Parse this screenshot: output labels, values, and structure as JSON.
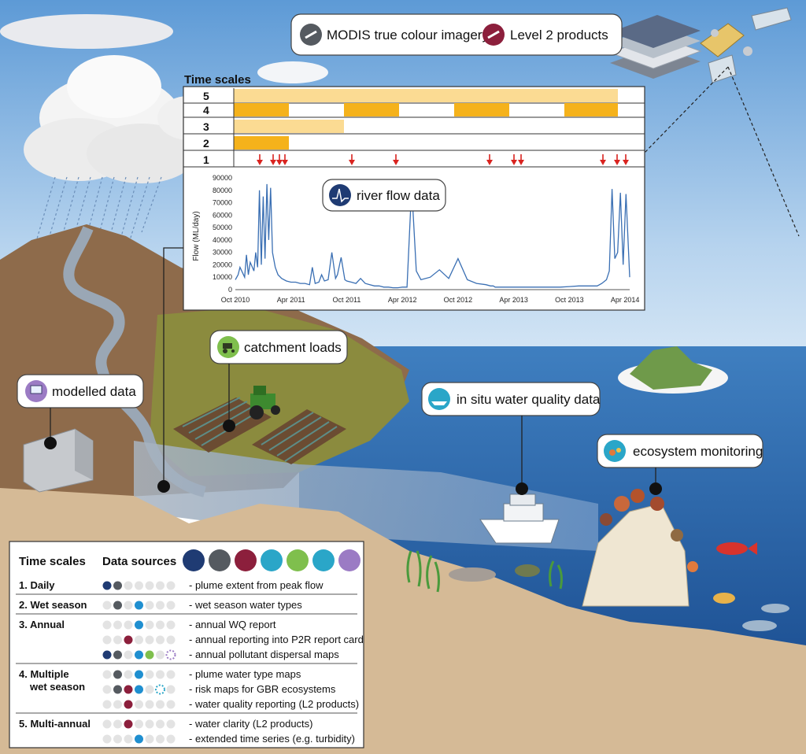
{
  "top_labels": {
    "modis": "MODIS true colour imagery",
    "level2": "Level 2 products"
  },
  "timescales_panel": {
    "title": "Time scales",
    "row_labels": [
      "5",
      "4",
      "3",
      "2",
      "1"
    ]
  },
  "callouts": {
    "river_flow": "river flow data",
    "catchment": "catchment loads",
    "modelled": "modelled data",
    "insitu": "in situ water quality data",
    "ecosystem": "ecosystem monitoring"
  },
  "chart_data": {
    "type": "line",
    "ylabel": "Flow (ML/day)",
    "ylim": [
      0,
      90000
    ],
    "yticks": [
      "90000",
      "80000",
      "70000",
      "60000",
      "50000",
      "40000",
      "30000",
      "20000",
      "10000",
      "0"
    ],
    "xticks": [
      "Oct 2010",
      "Apr 2011",
      "Oct 2011",
      "Apr 2012",
      "Oct 2012",
      "Apr 2013",
      "Oct 2013",
      "Apr 2014"
    ],
    "series": [
      {
        "x_months": [
          0,
          0.3,
          0.5,
          1.0,
          1.2,
          1.4,
          1.6,
          2.0,
          2.2,
          2.4,
          2.6,
          2.8,
          3.0,
          3.2,
          3.4,
          3.6,
          3.8,
          4.0,
          4.3,
          4.6,
          5.0,
          5.5,
          6.0,
          6.5,
          7.0,
          7.5,
          8.0,
          8.3,
          8.6,
          9.0,
          9.3,
          9.6,
          10.0,
          10.4,
          10.8,
          11.0,
          11.4,
          11.8,
          12.0,
          12.5,
          13.0,
          13.5,
          14.0,
          14.5,
          15.0,
          15.5,
          16.0,
          16.5,
          17.0,
          17.5,
          18.0,
          18.5,
          19.0,
          19.5,
          20.0,
          21.0,
          22.0,
          23.0,
          24.0,
          25.0,
          26.0,
          27.0,
          27.5,
          27.8,
          28.0,
          28.4,
          28.8,
          29.0,
          29.4,
          29.8,
          30.0,
          30.5,
          31.0,
          32.0,
          33.0,
          34.0,
          35.0,
          36.0,
          37.0,
          38.0,
          39.0,
          39.5,
          40.0,
          40.3,
          40.6,
          40.9,
          41.2,
          41.5,
          41.8,
          42.1,
          42.5
        ],
        "values": [
          8000,
          12000,
          18000,
          10000,
          28000,
          12000,
          22000,
          15000,
          30000,
          18000,
          80000,
          20000,
          75000,
          25000,
          85000,
          40000,
          82000,
          30000,
          18000,
          12000,
          9000,
          7000,
          6000,
          6000,
          5000,
          5000,
          4000,
          18000,
          5000,
          6000,
          12000,
          7000,
          8000,
          30000,
          9000,
          12000,
          26000,
          8000,
          7000,
          6000,
          5000,
          9000,
          5000,
          4000,
          3000,
          3000,
          2000,
          2000,
          1500,
          1500,
          2000,
          2000,
          83000,
          15000,
          8000,
          10000,
          16000,
          9000,
          25000,
          8000,
          5000,
          4000,
          3000,
          3000,
          2000,
          2000,
          2000,
          2000,
          2000,
          2000,
          2000,
          2000,
          2000,
          2000,
          2000,
          2000,
          2000,
          2500,
          3000,
          3000,
          3000,
          5000,
          8000,
          15000,
          81000,
          25000,
          30000,
          78000,
          20000,
          77000,
          10000
        ]
      }
    ]
  },
  "legend": {
    "col1_header": "Time scales",
    "col2_header": "Data sources",
    "icons": [
      "river-flow-icon",
      "modis-satellite-icon",
      "level2-satellite-icon",
      "insitu-boat-icon",
      "tractor-icon",
      "ecosystem-coral-icon",
      "modelled-computer-icon"
    ],
    "groups": [
      {
        "label": "1. Daily",
        "rows": [
          {
            "desc": "- plume extent from peak flow",
            "dots": [
              "navy",
              "grey",
              "",
              "",
              "",
              "",
              ""
            ]
          }
        ]
      },
      {
        "label": "2. Wet season",
        "rows": [
          {
            "desc": "- wet season water types",
            "dots": [
              "",
              "grey",
              "",
              "blue",
              "",
              "",
              ""
            ]
          }
        ]
      },
      {
        "label": "3. Annual",
        "rows": [
          {
            "desc": "- annual WQ report",
            "dots": [
              "",
              "",
              "",
              "blue",
              "",
              "",
              ""
            ]
          },
          {
            "desc": "- annual reporting into P2R report card",
            "dots": [
              "",
              "",
              "maroon",
              "",
              "",
              "",
              ""
            ]
          },
          {
            "desc": "- annual pollutant dispersal maps",
            "dots": [
              "navy",
              "grey",
              "",
              "blue",
              "green",
              "",
              "purple-dashed"
            ]
          }
        ]
      },
      {
        "label": "4. Multiple",
        "label2": "wet season",
        "rows": [
          {
            "desc": "- plume water type maps",
            "dots": [
              "",
              "grey",
              "",
              "blue",
              "",
              "",
              ""
            ]
          },
          {
            "desc": "- risk maps for GBR ecosystems",
            "dots": [
              "",
              "grey",
              "maroon",
              "blue",
              "",
              "teal-dashed",
              ""
            ]
          },
          {
            "desc": "- water quality reporting (L2 products)",
            "dots": [
              "",
              "",
              "maroon",
              "",
              "",
              "",
              ""
            ]
          }
        ]
      },
      {
        "label": "5. Multi-annual",
        "rows": [
          {
            "desc": "- water clarity (L2 products)",
            "dots": [
              "",
              "",
              "maroon",
              "",
              "",
              "",
              ""
            ]
          },
          {
            "desc": "- extended time series (e.g. turbidity)",
            "dots": [
              "",
              "",
              "",
              "blue",
              "",
              "",
              ""
            ]
          }
        ]
      }
    ],
    "dot_colors": {
      "navy": "#1f3b73",
      "grey": "#555a60",
      "maroon": "#8c1f3c",
      "blue": "#1f8fd0",
      "green": "#7fbf4d",
      "teal": "#2aa6c8",
      "purple": "#9b7bc4",
      "empty": "#e3e3e3"
    }
  },
  "colors": {
    "sky": "#9cc2e6",
    "sea": "#2f6fb3",
    "land_brown": "#8c6a4a",
    "sand": "#d9bf9a",
    "green_land": "#8a8a3c",
    "bar_orange": "#f5b21b",
    "bar_light": "#fbdb93",
    "arrow_red": "#d9231f",
    "line_blue": "#3a6fb3"
  }
}
